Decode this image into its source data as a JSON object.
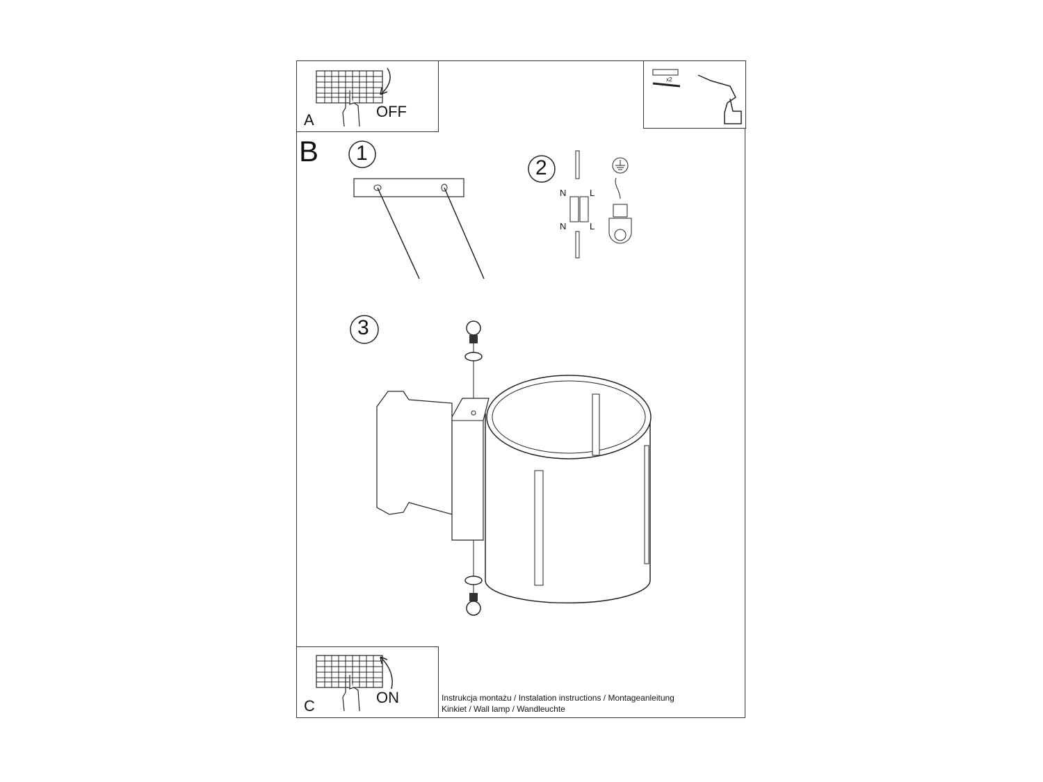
{
  "panel_a": {
    "label": "A",
    "action": "OFF",
    "icon": "breaker-panel-hand-switch-off"
  },
  "tools_panel": {
    "anchor_count": "x2",
    "icons": [
      "wall-plug-anchor",
      "screw",
      "cordless-drill"
    ]
  },
  "section_b": {
    "label": "B",
    "steps": [
      {
        "number": "1",
        "description": "mounting-bracket-screws-and-wall-plugs"
      },
      {
        "number": "2",
        "description": "wiring-connection",
        "terminal_labels": [
          "N",
          "L",
          "N",
          "L"
        ],
        "ground_symbol": "earth-ground-icon"
      },
      {
        "number": "3",
        "description": "exploded-view-lamp-assembly"
      }
    ]
  },
  "panel_c": {
    "label": "C",
    "action": "ON",
    "icon": "breaker-panel-hand-switch-on"
  },
  "footer": {
    "line1": "Instrukcja montażu / Instalation instructions / Montageanleitung",
    "line2": "Kinkiet  / Wall lamp / Wandleuchte"
  }
}
